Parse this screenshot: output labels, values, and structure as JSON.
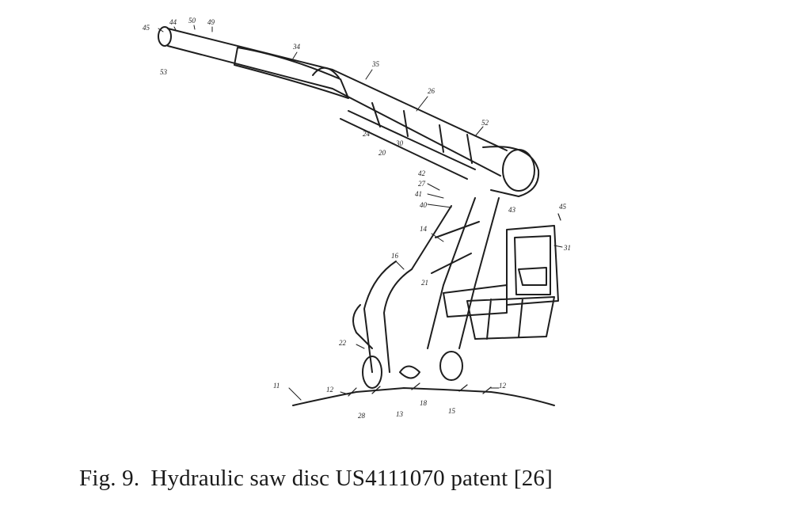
{
  "figure": {
    "labels": [
      {
        "id": "l45",
        "text": "45"
      },
      {
        "id": "l44",
        "text": "44"
      },
      {
        "id": "l50",
        "text": "50"
      },
      {
        "id": "l49",
        "text": "49"
      },
      {
        "id": "l34",
        "text": "34"
      },
      {
        "id": "l35",
        "text": "35"
      },
      {
        "id": "l26",
        "text": "26"
      },
      {
        "id": "l52",
        "text": "52"
      },
      {
        "id": "l53",
        "text": "53"
      },
      {
        "id": "l20",
        "text": "20"
      },
      {
        "id": "l30",
        "text": "30"
      },
      {
        "id": "l24",
        "text": "24"
      },
      {
        "id": "l42",
        "text": "42"
      },
      {
        "id": "l27",
        "text": "27"
      },
      {
        "id": "l41",
        "text": "41"
      },
      {
        "id": "l40",
        "text": "40"
      },
      {
        "id": "l43",
        "text": "43"
      },
      {
        "id": "l45b",
        "text": "45"
      },
      {
        "id": "l14",
        "text": "14"
      },
      {
        "id": "l31",
        "text": "31"
      },
      {
        "id": "l16",
        "text": "16"
      },
      {
        "id": "l21",
        "text": "21"
      },
      {
        "id": "l22",
        "text": "22"
      },
      {
        "id": "l11",
        "text": "11"
      },
      {
        "id": "l12a",
        "text": "12"
      },
      {
        "id": "l12b",
        "text": "12"
      },
      {
        "id": "l28",
        "text": "28"
      },
      {
        "id": "l13",
        "text": "13"
      },
      {
        "id": "l18",
        "text": "18"
      },
      {
        "id": "l15",
        "text": "15"
      }
    ]
  },
  "caption": {
    "number": "Fig. 9.",
    "text": "Hydraulic saw disc US4111070 patent [26]"
  }
}
